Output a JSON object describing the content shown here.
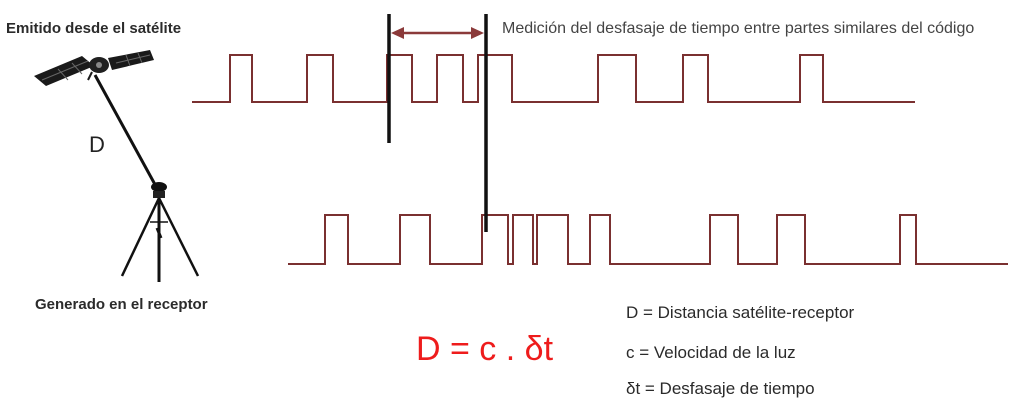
{
  "labels": {
    "emitted": "Emitido desde el satélite",
    "generated": "Generado en el receptor",
    "measurement": "Medición del desfasaje de tiempo entre partes similares del código",
    "distance_symbol": "D",
    "formula": "D = c . δt"
  },
  "legend": [
    "D = Distancia satélite-receptor",
    "c = Velocidad de la luz",
    "δt = Desfasaje de tiempo"
  ],
  "colors": {
    "signal": "#7a3030",
    "arrow": "#8b3a3a",
    "marker": "#111111",
    "formula": "#ee1c1c",
    "text": "#222222"
  },
  "icons": {
    "satellite": "satellite-icon",
    "receiver": "tripod-receiver-icon"
  }
}
